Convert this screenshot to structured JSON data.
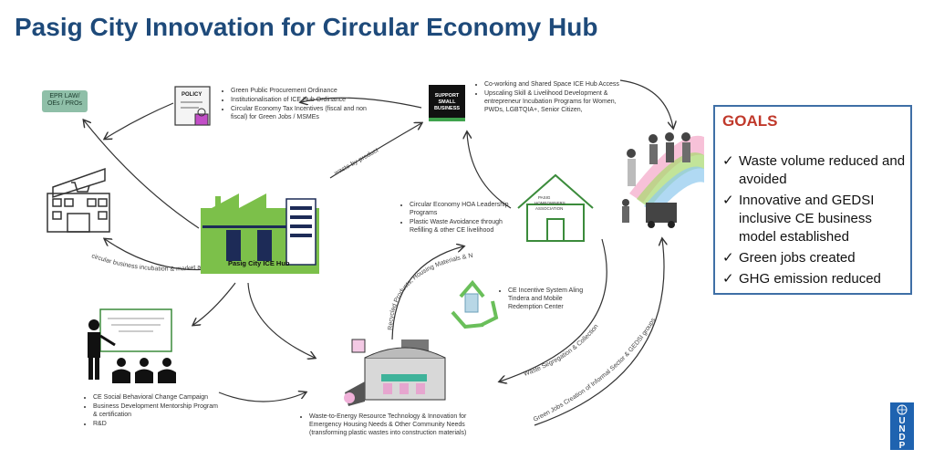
{
  "title": "Pasig City Innovation for Circular Economy Hub",
  "goals": {
    "heading": "GOALS",
    "items": [
      "Waste volume reduced and avoided",
      "Innovative and GEDSI inclusive CE business model established",
      "Green jobs created",
      "GHG emission reduced"
    ]
  },
  "nodes": {
    "epr_law": [
      "EPR LAW/",
      "OEs / PROs"
    ],
    "policy_icon_label": "POLICY",
    "policy_items": [
      "Green Public Procurement Ordinance",
      "Institutionalisation of ICE Hub Ordinance",
      "Circular Economy Tax Incentives (fiscal and non fiscal) for Green Jobs / MSMEs"
    ],
    "support_badge": [
      "SUPPORT",
      "SMALL",
      "BUSINESS"
    ],
    "support_items": [
      "Co-working and Shared Space ICE Hub Access",
      "Upscaling Skill & Livelihood Development & entrepreneur Incubation Programs for Women, PWDs, LGBTQIA+, Senior Citizen,"
    ],
    "hub_label": "Pasig City ICE Hub",
    "hoa_items": [
      "Circular Economy HOA Leadership Programs",
      "Plastic Waste Avoidance through Refilling & other CE livelihood"
    ],
    "hoa_house_label": [
      "PASIG",
      "HOMEOWNERS",
      "ASSOCIATION"
    ],
    "ce_incentive": "CE Incentive System Aling Tindera and Mobile Redemption Center",
    "education_items": [
      "CE Social Behavioral Change Campaign",
      "Business Development Mentorship Program & certification",
      "R&D"
    ],
    "wte_items": [
      "Waste-to-Energy Resource Technology & Innovation for Emergency Housing Needs & Other Community Needs (transforming plastic wastes into construction materials)"
    ]
  },
  "flows": {
    "waste_by_product": "waste-by-product",
    "incubation": "circular business incubation & market access",
    "recycled_products": "Recycled Products, Housing Materials & Needs",
    "segregation": "Waste Segregation & Collection",
    "green_jobs": "Green Jobs Creation of Informal Sector & GEDSI groups"
  },
  "logo": [
    "U",
    "N",
    "D",
    "P"
  ],
  "colors": {
    "title": "#1e4a7a",
    "goals_heading": "#c0392b",
    "goals_border": "#3f6fa6",
    "hub_green": "#7cc04a",
    "undp_blue": "#1f63b0"
  }
}
